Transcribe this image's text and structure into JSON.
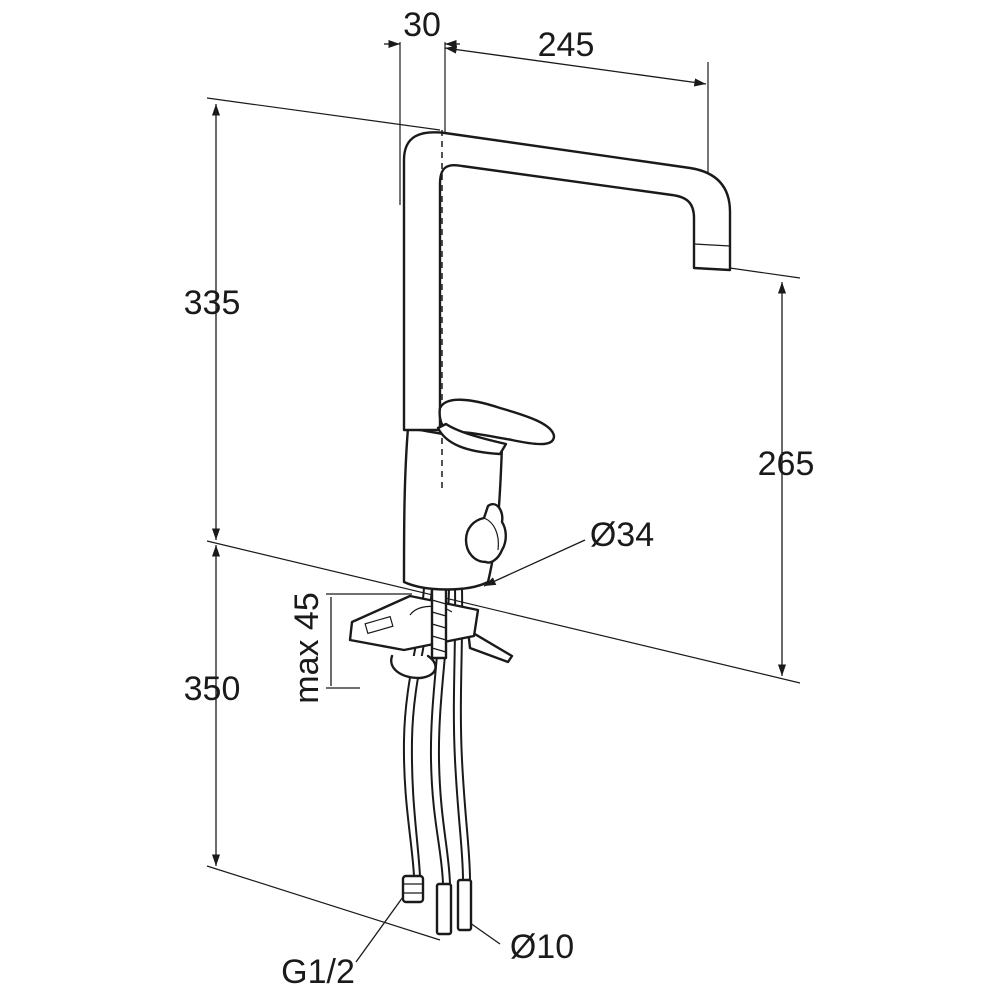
{
  "dimensions": {
    "spout_offset": "30",
    "spout_reach": "245",
    "height_above_deck": "335",
    "spout_clearance": "265",
    "base_diameter": "Ø34",
    "max_deck_thickness": "max 45",
    "hose_length": "350",
    "thread_size": "G1/2",
    "pipe_diameter": "Ø10"
  },
  "colors": {
    "ink": "#1a1a1a",
    "background": "#ffffff"
  }
}
